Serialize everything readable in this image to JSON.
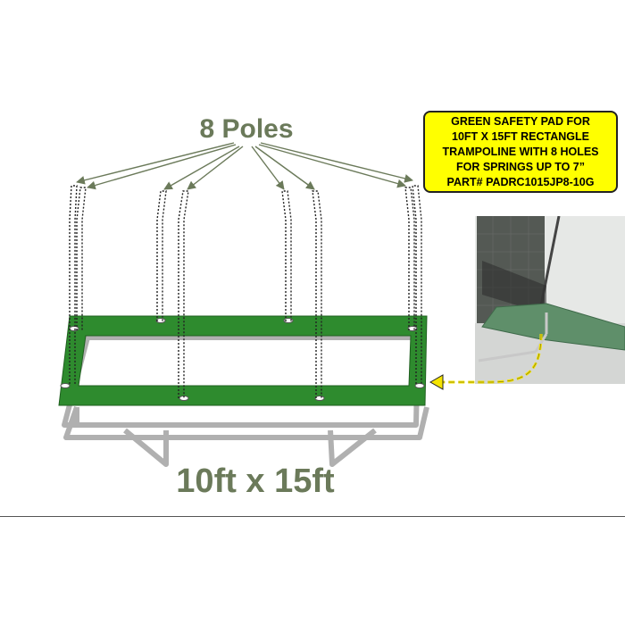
{
  "diagram": {
    "poles_label": "8 Poles",
    "size_label": "10ft x 15ft",
    "info_box": {
      "lines": [
        "GREEN SAFETY PAD FOR",
        "10FT X 15FT RECTANGLE",
        "TRAMPOLINE WITH 8 HOLES",
        "FOR SPRINGS UP TO 7”",
        "PART# PADRC1015JP8-10G"
      ]
    },
    "colors": {
      "pad_green": "#2e8b2e",
      "frame_gray": "#a9a9a9",
      "label_olive": "#6b7a5a",
      "callout_yellow": "#ffff00",
      "arrow_yellow": "#f5e400"
    },
    "pole_count": 8
  }
}
